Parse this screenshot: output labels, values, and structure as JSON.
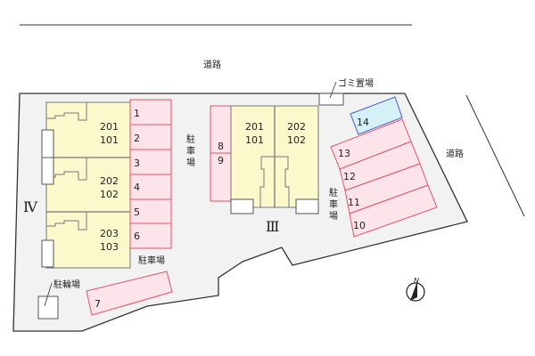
{
  "road_top": "道路",
  "road_right": "道路",
  "garbage": "ゴミ置場",
  "bike_parking": "駐輪場",
  "parking_labels": {
    "a": "駐車場",
    "b_chars": [
      "駐",
      "車",
      "場"
    ],
    "c_chars": [
      "駐",
      "車",
      "場"
    ]
  },
  "buildings": {
    "iv": {
      "name": "Ⅳ",
      "units": [
        [
          "201",
          "101"
        ],
        [
          "202",
          "102"
        ],
        [
          "203",
          "103"
        ]
      ]
    },
    "iii": {
      "name": "Ⅲ",
      "units": [
        [
          "201",
          "101"
        ],
        [
          "202",
          "102"
        ]
      ]
    }
  },
  "spaces": [
    "1",
    "2",
    "3",
    "4",
    "5",
    "6",
    "7",
    "8",
    "9",
    "10",
    "11",
    "12",
    "13",
    "14"
  ],
  "compass": "N",
  "colors": {
    "building": "#fbf8cc",
    "parking": "#fde3ea",
    "parking_border": "#e0536b",
    "bike_space": "#d6f0f8",
    "bike_border": "#4a5bc4",
    "lot": "#f2f2f2"
  }
}
